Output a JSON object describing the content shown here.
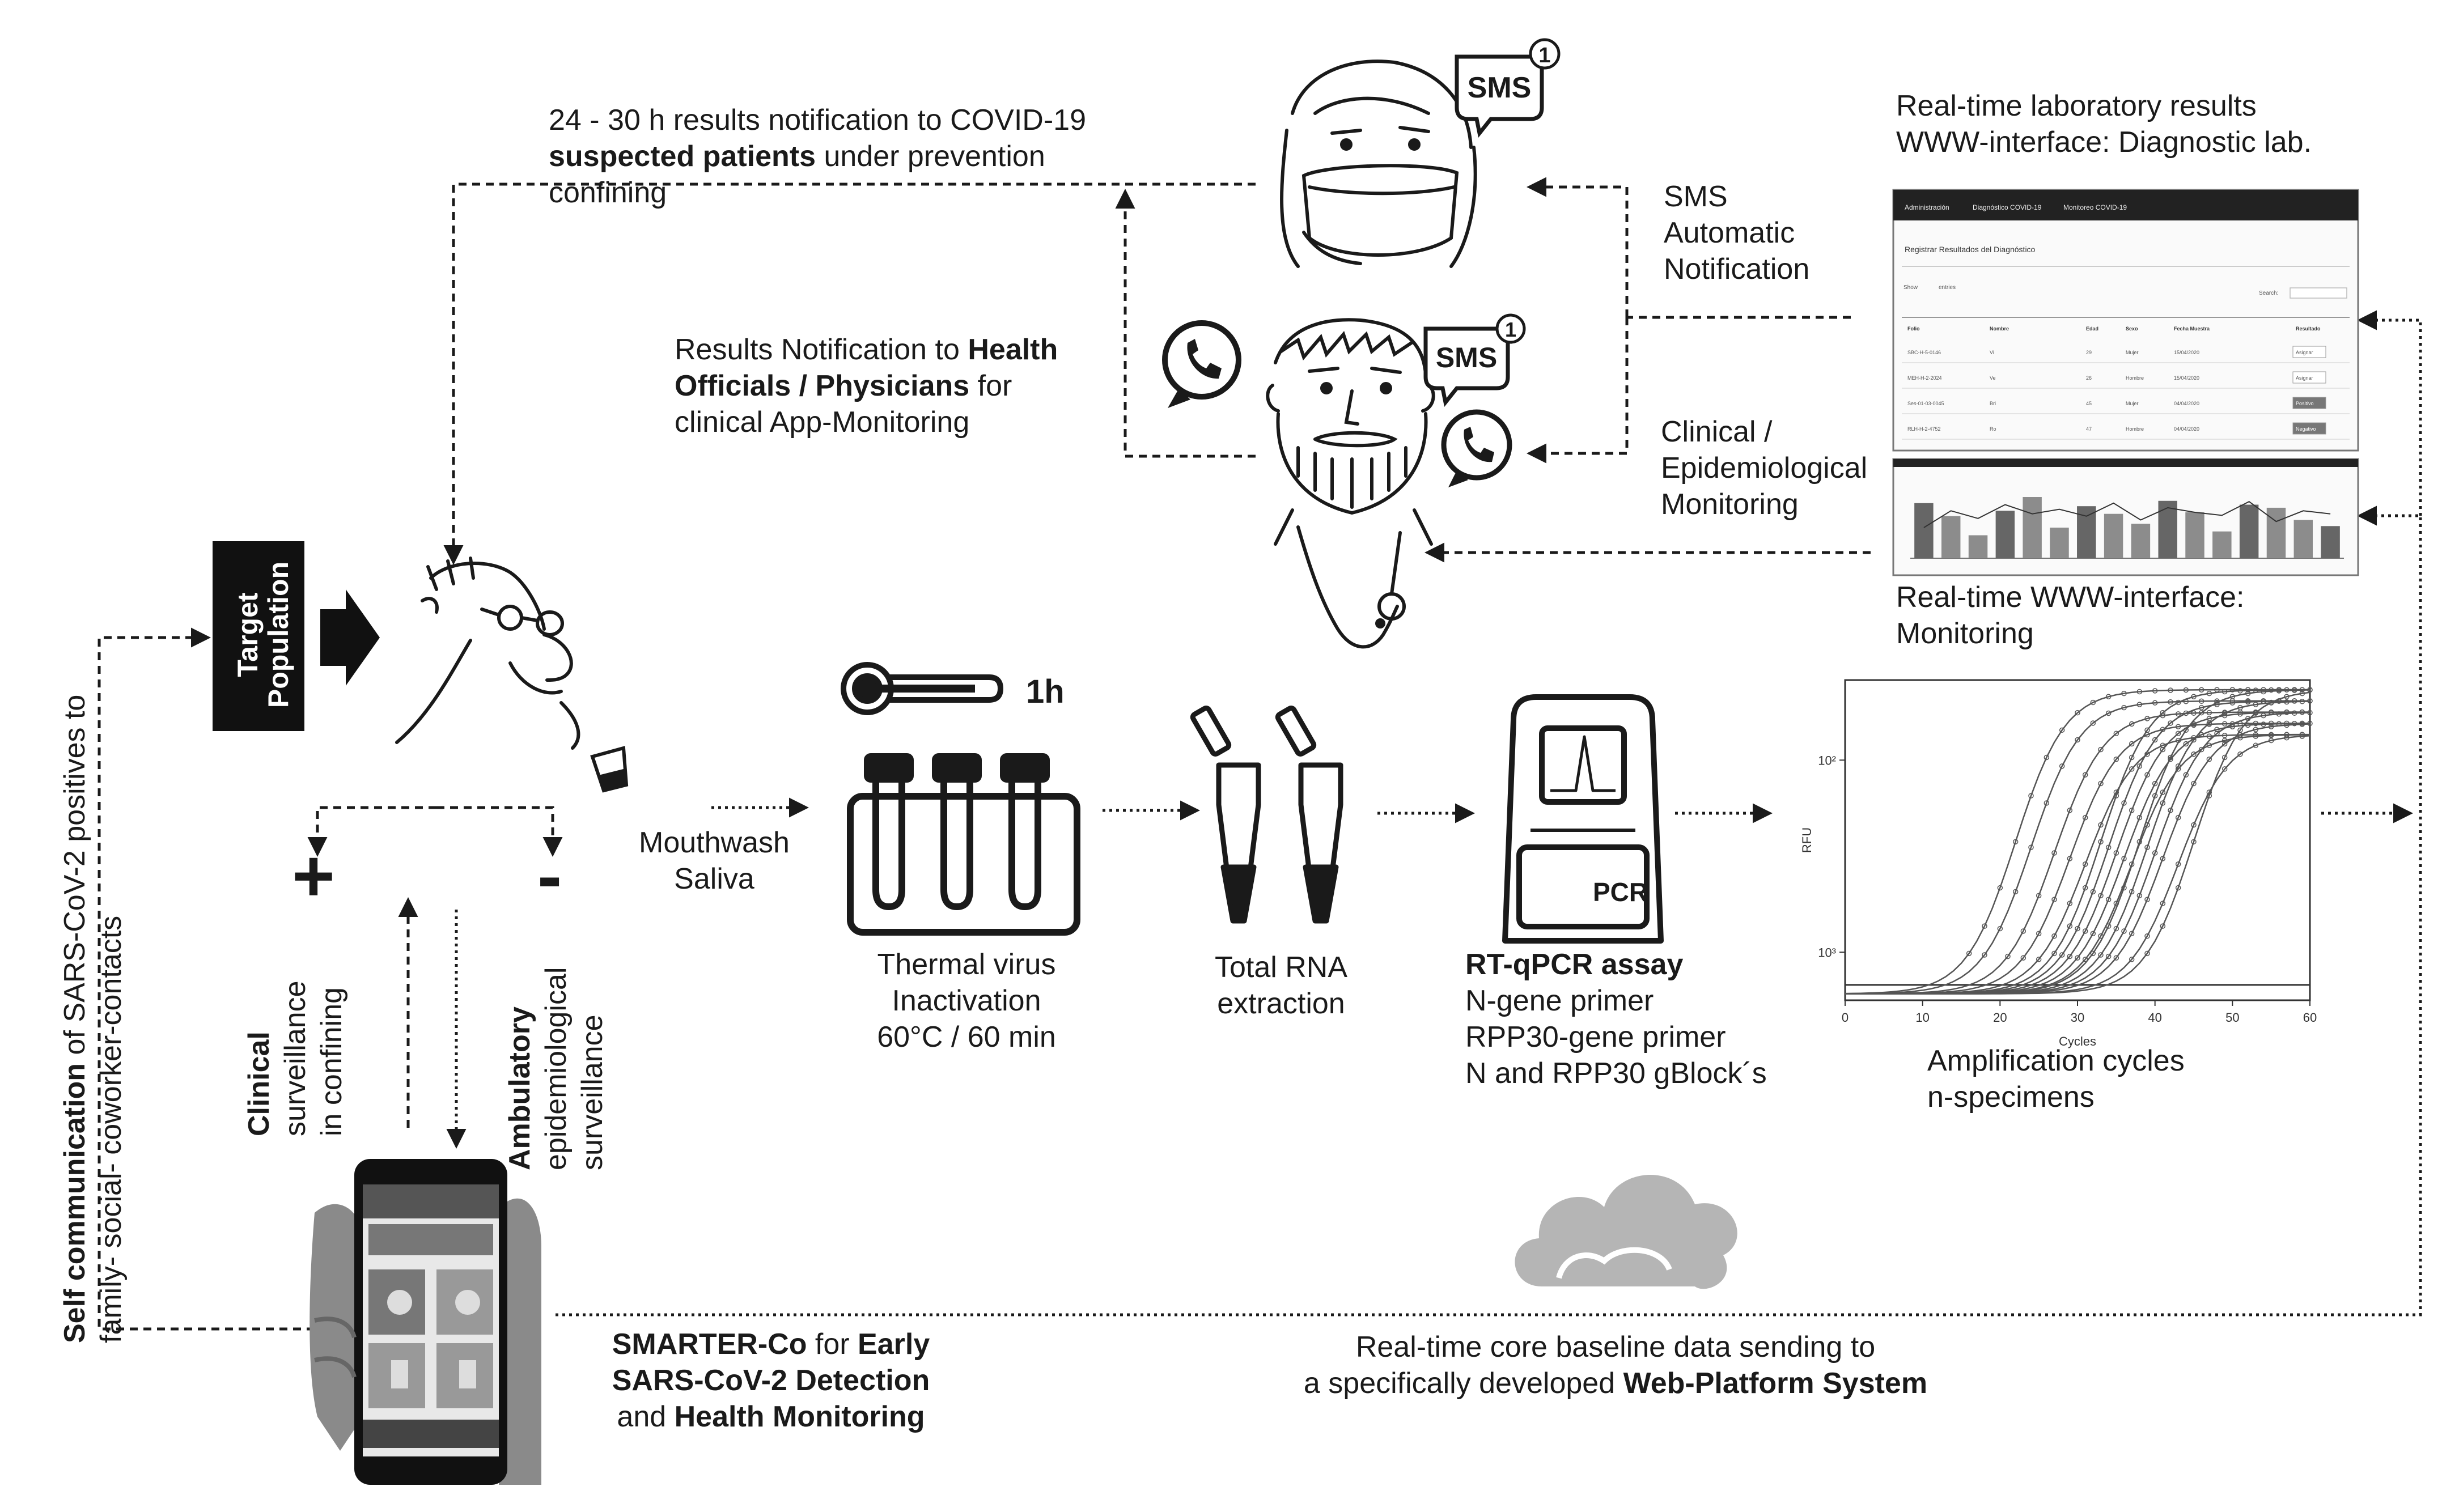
{
  "labels": {
    "notify_patients_1": "24 - 30 h results notification to COVID-19",
    "notify_patients_2_bold": "suspected patients",
    "notify_patients_2_rest": " under prevention",
    "notify_patients_3": "confining",
    "sms_auto_1": "SMS",
    "sms_auto_2": "Automatic",
    "sms_auto_3": "Notification",
    "lab_results_1": "Real-time laboratory results",
    "lab_results_2": "WWW-interface: Diagnostic  lab.",
    "health_notify_1_pre": "Results Notification to ",
    "health_notify_1_bold": "Health",
    "health_notify_2_bold": "Officials / Physicians",
    "health_notify_2_rest": " for",
    "health_notify_3": "clinical App-Monitoring",
    "clin_epi_1": "Clinical /",
    "clin_epi_2": "Epidemiological",
    "clin_epi_3": "Monitoring",
    "monitor_iface_1": "Real-time WWW-interface:",
    "monitor_iface_2": "Monitoring",
    "target_population": "Target Population",
    "mouthwash_1": "Mouthwash",
    "mouthwash_2": "Saliva",
    "duration": "1h",
    "thermal_1": "Thermal virus",
    "thermal_2": "Inactivation",
    "thermal_3": "60°C / 60 min",
    "rna_1": "Total RNA",
    "rna_2": "extraction",
    "rtqpcr_title": "RT-qPCR assay",
    "rtqpcr_1": "N-gene primer",
    "rtqpcr_2": "RPP30-gene primer",
    "rtqpcr_3": "N and RPP30 gBlock´s",
    "pcr_label": "PCR",
    "amp_1": "Amplification cycles",
    "amp_2": "n-specimens",
    "plus": "+",
    "minus": "-",
    "clinical_bold": "Clinical",
    "clinical_2": "surveillance",
    "clinical_3": "in confining",
    "ambulatory_bold": "Ambulatory",
    "ambulatory_2": "epidemiological",
    "ambulatory_3": "surveillance",
    "self_comm_bold": "Self communication",
    "self_comm_rest": " of SARS-CoV-2 positives to",
    "self_comm_2": "family- social- coworker-contacts",
    "smarter_bold": "SMARTER-Co",
    "smarter_1_rest": " for ",
    "smarter_1_bold2": "Early",
    "smarter_2_bold": "SARS-CoV-2 Detection",
    "smarter_3_pre": "and ",
    "smarter_3_bold": "Health Monitoring",
    "cloud_1": "Real-time core baseline data sending to",
    "cloud_2_pre": "a specifically developed ",
    "cloud_2_bold": "Web-Platform System",
    "sms_badge": "SMS",
    "sms_count": "1"
  },
  "lab_ui": {
    "nav": [
      "Administración",
      "Diagnóstico COVID-19",
      "Monitoreo COVID-19"
    ],
    "heading": "Registrar Resultados del Diagnóstico",
    "show_label": "Show",
    "entries_label": "entries",
    "search_label": "Search:",
    "columns": [
      "Folio",
      "Nombre",
      "Edad",
      "Sexo",
      "Fecha Muestra",
      "Resultado"
    ],
    "rows": [
      [
        "SBC-H-5-0146",
        "Vi",
        "29",
        "Mujer",
        "15/04/2020",
        "Asignar"
      ],
      [
        "MEH-H-2-2024",
        "Ve",
        "26",
        "Hombre",
        "15/04/2020",
        "Asignar"
      ],
      [
        "Ses-01-03-0045",
        "Bri",
        "45",
        "Mujer",
        "04/04/2020",
        "Positivo"
      ],
      [
        "RLH-H-2-4752",
        "Ro",
        "47",
        "Hombre",
        "04/04/2020",
        "Negativo"
      ]
    ]
  },
  "monitor_chart": {
    "type": "bar",
    "values": [
      0.72,
      0.55,
      0.3,
      0.62,
      0.8,
      0.4,
      0.68,
      0.58,
      0.45,
      0.75,
      0.6,
      0.35,
      0.7,
      0.66,
      0.5,
      0.42
    ],
    "line": [
      0.4,
      0.62,
      0.52,
      0.7,
      0.58,
      0.64,
      0.55,
      0.72,
      0.5,
      0.66,
      0.6,
      0.56,
      0.74,
      0.48,
      0.62,
      0.58
    ]
  },
  "chart_data": {
    "type": "line",
    "xlabel": "Cycles",
    "ylabel": "RFU",
    "x_ticks": [
      0,
      10,
      20,
      30,
      40,
      50,
      60
    ],
    "y_ticks": [
      "10²",
      "10³"
    ],
    "xlim": [
      0,
      60
    ],
    "threshold": 0.08,
    "series_midpoints": [
      22,
      24,
      27,
      29,
      31,
      33,
      34,
      35,
      36,
      37,
      38,
      39,
      40,
      41,
      43,
      45
    ],
    "series_color": "#555555"
  },
  "phone_ui": {
    "title": "SMARTER-Co",
    "tiles": 4
  },
  "colors": {
    "ink": "#1a1a1a",
    "cloud": "#b5b5b5",
    "target_box": "#111111",
    "ui_bar": "#222222"
  }
}
